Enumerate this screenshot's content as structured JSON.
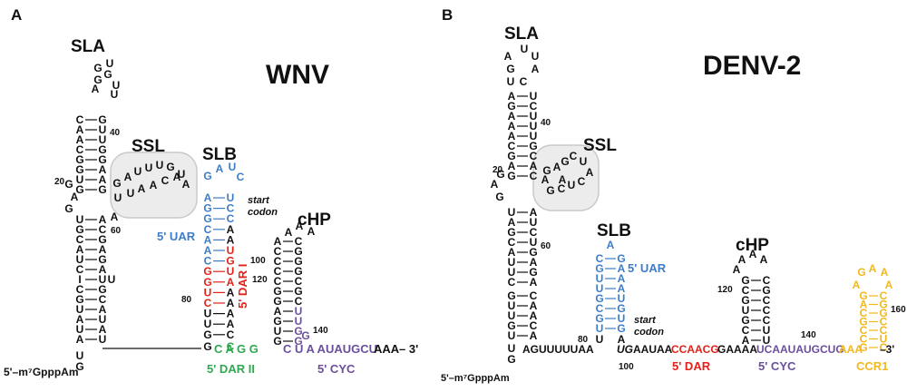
{
  "colors": {
    "black": "#111111",
    "uar": "#3d7cc9",
    "dar": "#e32119",
    "dar2": "#2fa84f",
    "cyc": "#6b4f9e",
    "ccr1": "#f2b81c",
    "halo_fill": "#ececec",
    "halo_stroke": "#c9c9c9"
  },
  "panelA": {
    "letter": "A",
    "title": "WNV",
    "labels": {
      "sla": "SLA",
      "ssl": "SSL",
      "slb": "SLB",
      "chp": "cHP",
      "uar": "5' UAR",
      "dar1": "5' DAR I",
      "dar2": "5' DAR II",
      "cyc": "5' CYC",
      "start": "start",
      "codon": "codon",
      "cap": "5'–m⁷GpppAm",
      "n20": "20",
      "n40": "40",
      "n60": "60",
      "n80": "80",
      "n100": "100",
      "n120": "120",
      "n140": "140"
    },
    "sla_loop": [
      "A",
      "G",
      "U",
      "G",
      "G",
      "U",
      "U"
    ],
    "sla_left": [
      "C",
      "A",
      "A",
      "C",
      "G",
      "G",
      "U",
      "G"
    ],
    "sla_right": [
      "G",
      "U",
      "U",
      "G",
      "G",
      "A",
      "A",
      "G"
    ],
    "sla_base_left": [
      "U",
      "G",
      "C",
      "A",
      "U",
      "C",
      "I",
      "C",
      "G",
      "U",
      "A",
      "U",
      "A"
    ],
    "sla_base_right": [
      "A",
      "C",
      "G",
      "A",
      "G",
      "A",
      "U",
      "G",
      "C",
      "A",
      "U",
      "A",
      "U"
    ],
    "ssl_top": [
      "G",
      "A",
      "U",
      "U",
      "U",
      "G"
    ],
    "ssl_bottom": [
      "U",
      "U",
      "A",
      "A",
      "C",
      "A"
    ],
    "slb_loop": [
      "G",
      "A",
      "U",
      "C"
    ],
    "slb_left": [
      "A",
      "G",
      "G",
      "C",
      "A",
      "A",
      "C",
      "G",
      "G",
      "U",
      "C",
      "U",
      "U",
      "G"
    ],
    "slb_right": [
      "U",
      "C",
      "C",
      "A",
      "A",
      "U",
      "G",
      "U",
      "A",
      "A",
      "A",
      "A",
      "A",
      "C"
    ],
    "chp_loop": [
      "A",
      "A",
      "A"
    ],
    "chp_left": [
      "A",
      "C",
      "C",
      "C",
      "C",
      "G",
      "G",
      "A",
      "G",
      "U",
      "G"
    ],
    "chp_right": [
      "C",
      "G",
      "G",
      "G",
      "C",
      "G",
      "C",
      "U",
      "U",
      "G",
      "G"
    ],
    "tail_dar2": "C A G G",
    "tail_cyc": "C U A AUAUGCU",
    "tail_end": "AAA",
    "three_prime": "– 3'"
  },
  "panelB": {
    "letter": "B",
    "title": "DENV-2",
    "labels": {
      "sla": "SLA",
      "ssl": "SSL",
      "slb": "SLB",
      "chp": "cHP",
      "uar": "5' UAR",
      "dar": "5' DAR",
      "cyc": "5' CYC",
      "ccr1": "CCR1",
      "start": "start",
      "codon": "codon",
      "cap": "5'–m⁷GpppAm",
      "n20": "20",
      "n40": "40",
      "n60": "60",
      "n80": "80",
      "n100": "100",
      "n120": "120",
      "n140": "140",
      "n160": "160"
    },
    "sla_loop": [
      "A",
      "G",
      "U",
      "U",
      "A",
      "C",
      "U"
    ],
    "sla_left": [
      "A",
      "G",
      "A",
      "A",
      "A",
      "C",
      "G",
      "A",
      "G"
    ],
    "sla_right": [
      "U",
      "C",
      "U",
      "U",
      "U",
      "G",
      "C",
      "A",
      "C"
    ],
    "sla_base_left": [
      "U",
      "A",
      "G",
      "C",
      "A",
      "U",
      "U",
      "C"
    ],
    "sla_base_right": [
      "A",
      "U",
      "C",
      "U",
      "G",
      "A",
      "G",
      "A"
    ],
    "lower_left": [
      "G",
      "U",
      "U",
      "G",
      "U"
    ],
    "lower_right": [
      "C",
      "A",
      "A",
      "C",
      "A"
    ],
    "ssl_seq": [
      "G",
      "A",
      "G",
      "C",
      "U",
      "A",
      "C",
      "U",
      "C",
      "G"
    ],
    "slb_loop": [
      "A"
    ],
    "slb_left": [
      "C",
      "G",
      "U",
      "U",
      "G",
      "C",
      "G",
      "U"
    ],
    "slb_right": [
      "G",
      "A",
      "A",
      "A",
      "U",
      "G",
      "U",
      "G"
    ],
    "chp_loop": [
      "A",
      "A",
      "A",
      "A"
    ],
    "chp_left": [
      "G",
      "C",
      "G",
      "U",
      "G",
      "C",
      "A"
    ],
    "chp_right": [
      "C",
      "G",
      "C",
      "C",
      "C",
      "U",
      "U"
    ],
    "ccr1_loop": [
      "G",
      "A",
      "A",
      "A",
      "A"
    ],
    "ccr1_left": [
      "G",
      "A",
      "C",
      "G",
      "C",
      "C",
      "G"
    ],
    "ccr1_right": [
      "C",
      "G",
      "G",
      "C",
      "C",
      "U",
      "C"
    ],
    "tail_black1": "AGUUUUUAA",
    "tail_ug": "UG",
    "tail_black2": "AAUAA",
    "tail_dar": "CCAACG",
    "tail_black3": "GAAAA",
    "tail_cyc": "UCAAUAUGCUG",
    "tail_ccr": "AAA",
    "three_prime": "–3'"
  }
}
